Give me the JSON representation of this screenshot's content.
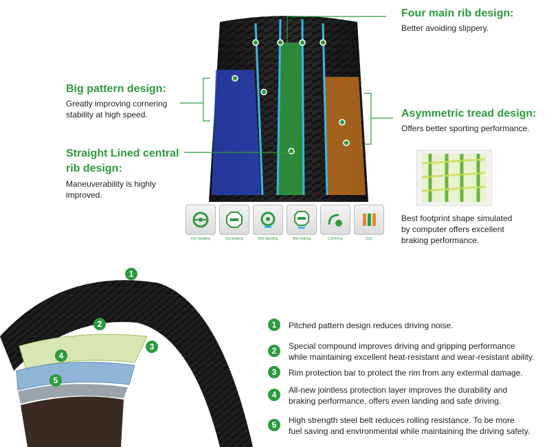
{
  "features": {
    "four_rib": {
      "title": "Four main rib design:",
      "desc": "Better avoiding slippery."
    },
    "big_pattern": {
      "title": "Big pattern design:",
      "desc_line1": "Greatly improving cornering",
      "desc_line2": "stability at high speed."
    },
    "asymmetric": {
      "title": "Asymmetric tread design:",
      "desc": "Offers better sporting performance."
    },
    "straight_lined": {
      "title_line1": "Straight Lined central",
      "title_line2": "rib design:",
      "desc_line1": "Maneuverability is highly",
      "desc_line2": "improved."
    }
  },
  "footprint": {
    "line1": "Best footprint shape simulated",
    "line2": "by computer offers excellent",
    "line3": "braking performance."
  },
  "badges": [
    {
      "label": "Dry handling",
      "icon": "steering-wheel-icon"
    },
    {
      "label": "Dry braking",
      "icon": "stop-sign-icon"
    },
    {
      "label": "Wet handling",
      "icon": "steering-wheel-wet-icon"
    },
    {
      "label": "Wet braking",
      "icon": "stop-sign-wet-icon"
    },
    {
      "label": "Cornering",
      "icon": "cornering-icon"
    },
    {
      "label": "Grip",
      "icon": "grip-icon"
    }
  ],
  "layers": {
    "n1": "1",
    "n2": "2",
    "n3": "3",
    "n4": "4",
    "n5": "5"
  },
  "list": [
    {
      "num": "1",
      "line1": "Pitched pattern design reduces driving noise.",
      "line2": ""
    },
    {
      "num": "2",
      "line1": "Special compound improves driving and gripping performance",
      "line2": "while maintaining excellent heat-resistant and wear-resistant ability."
    },
    {
      "num": "3",
      "line1": "Rim protection bar to protect the rim from any extermal damage.",
      "line2": ""
    },
    {
      "num": "4",
      "line1": "All-new jointless protection layer improves the durability and",
      "line2": "braking performance, offers even landing and safe driving."
    },
    {
      "num": "5",
      "line1": "High strength steel belt reduces rolling resistance.  To be more",
      "line2": "fuel saving and environmental while maintaining the driving safety."
    }
  ],
  "colors": {
    "accent": "#2e9a3e",
    "callout_line": "#2e9a3e",
    "rib_blue": "#3ab8e8"
  }
}
